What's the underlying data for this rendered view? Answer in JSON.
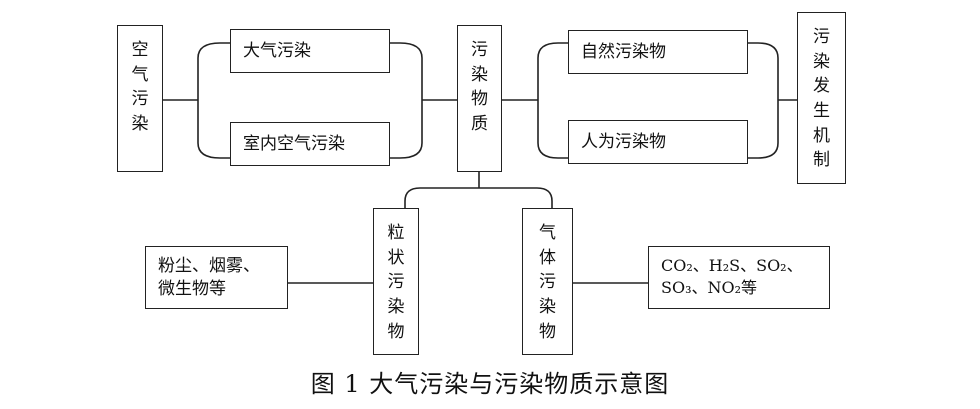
{
  "nodes": {
    "air_pollution": "空气污染",
    "atmospheric_pollution": "大气污染",
    "indoor_air_pollution": "室内空气污染",
    "pollutants": "污染物质",
    "natural_pollutants": "自然污染物",
    "anthropogenic_pollutants": "人为污染物",
    "pollution_mechanism": "污染发生机制",
    "particulate_pollutants": "粒状污染物",
    "gaseous_pollutants": "气体污染物",
    "particulate_examples": "粉尘、烟雾、微生物等",
    "gas_examples": "CO₂、H₂S、SO₂、SO₃、NO₂等"
  },
  "caption": "图 1  大气污染与污染物质示意图"
}
